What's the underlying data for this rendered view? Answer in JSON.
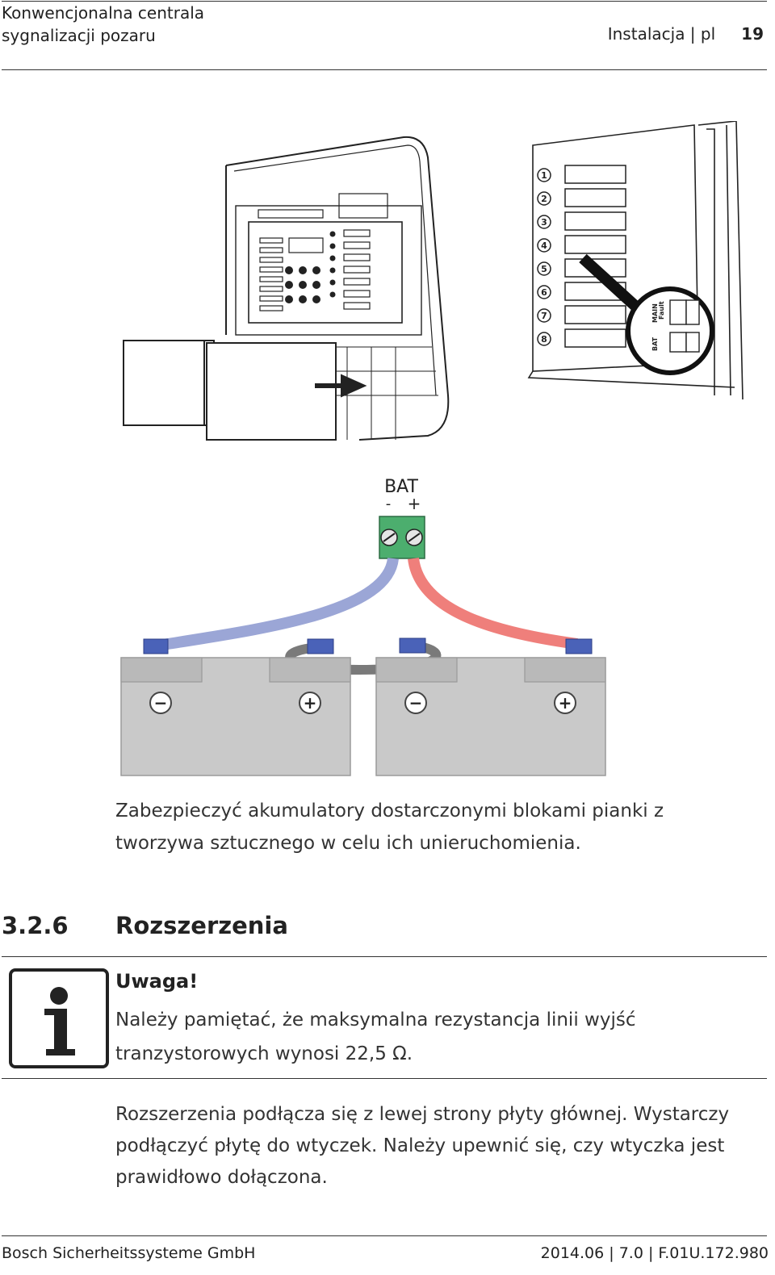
{
  "header": {
    "doc_title": "Konwencjonalna centrala sygnalizacji pozaru",
    "section": "Instalacja | pl",
    "page_number": "19"
  },
  "figure": {
    "bat_label": "BAT",
    "minus_label": "-",
    "plus_label": "+",
    "minus_symbol": "−",
    "plus_symbol": "+",
    "panel_labels": [
      "MAIN",
      "Fault",
      "BAT"
    ],
    "led_numbers": [
      "1",
      "2",
      "3",
      "4",
      "5",
      "6",
      "7",
      "8"
    ],
    "colors": {
      "terminal_green": "#4cae6e",
      "wire_blue": "#9ba6d6",
      "wire_red": "#ef7f7b",
      "battery_grey": "#c9c9c9",
      "clip_blue": "#4a62b8"
    }
  },
  "caption": "Zabezpieczyć akumulatory dostarczonymi blokami pianki z tworzywa sztucznego w celu ich unieruchomienia.",
  "section": {
    "number": "3.2.6",
    "title": "Rozszerzenia"
  },
  "note": {
    "icon": "info-icon",
    "title": "Uwaga!",
    "text": "Należy pamiętać, że maksymalna rezystancja linii wyjść tranzystorowych wynosi 22,5 Ω."
  },
  "body_text": "Rozszerzenia podłącza się z lewej strony płyty głównej. Wystarczy podłączyć płytę do wtyczek. Należy upewnić się, czy wtyczka jest prawidłowo dołączona.",
  "footer": {
    "company": "Bosch Sicherheitssysteme GmbH",
    "doc_info": "2014.06 | 7.0 | F.01U.172.980"
  }
}
